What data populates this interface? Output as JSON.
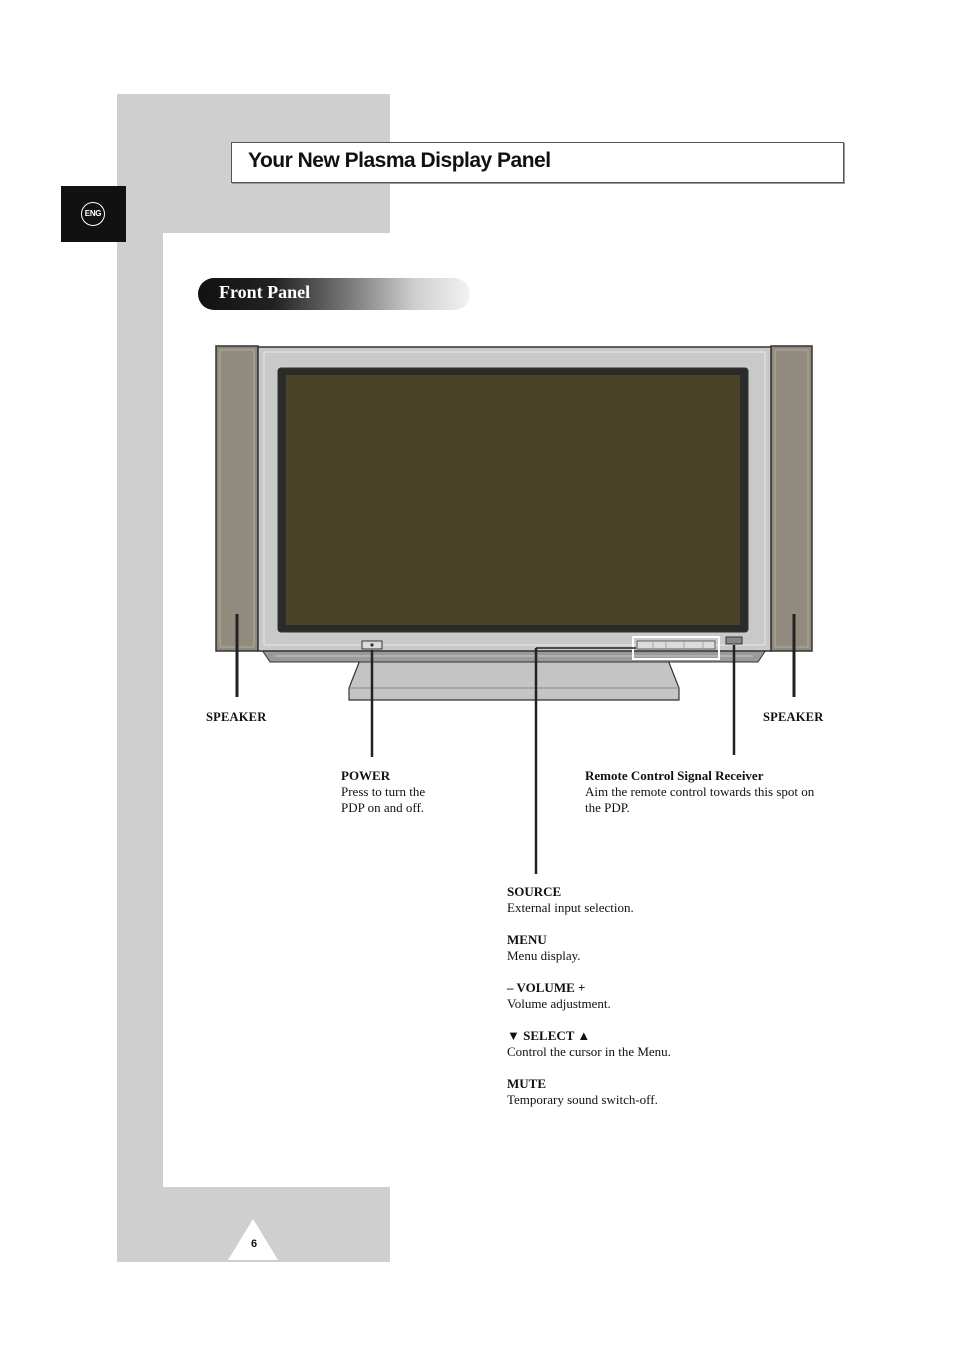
{
  "language_tab": "ENG",
  "title": "Your New Plasma Display Panel",
  "section": "Front Panel",
  "labels": {
    "speaker_left": "SPEAKER",
    "speaker_right": "SPEAKER",
    "power": {
      "heading": "POWER",
      "desc_1": "Press to turn the",
      "desc_2": "PDP on and off."
    },
    "remote": {
      "heading": "Remote Control Signal Receiver",
      "desc_1": "Aim the remote control towards this spot on",
      "desc_2": "the PDP."
    }
  },
  "controls": [
    {
      "heading": "SOURCE",
      "desc": "External input selection."
    },
    {
      "heading": "MENU",
      "desc": "Menu display."
    },
    {
      "heading": "– VOLUME +",
      "desc": "Volume adjustment."
    },
    {
      "heading": "▼ SELECT ▲",
      "desc": "Control the cursor in the Menu."
    },
    {
      "heading": "MUTE",
      "desc": "Temporary sound switch-off."
    }
  ],
  "page_number": "6",
  "colors": {
    "screen": "#4a4226",
    "speaker": "#918b7d",
    "bezel": "#c9c9c9",
    "frame_gray": "#cfcfcf"
  }
}
